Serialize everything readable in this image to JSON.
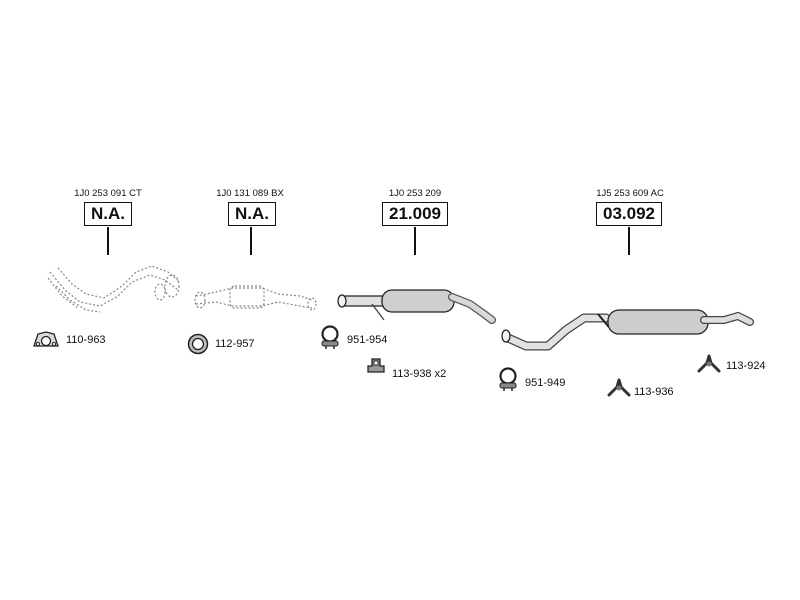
{
  "parts": [
    {
      "part_number": "1J0 253 091 CT",
      "code": "N.A."
    },
    {
      "part_number": "1J0 131 089 BX",
      "code": "N.A."
    },
    {
      "part_number": "1J0 253 209",
      "code": "21.009"
    },
    {
      "part_number": "1J5 253 609 AC",
      "code": "03.092"
    }
  ],
  "accessories": [
    {
      "label": "110-963",
      "icon": "gasket-icon"
    },
    {
      "label": "112-957",
      "icon": "ring-gasket-icon"
    },
    {
      "label": "951-954",
      "icon": "clamp-icon"
    },
    {
      "label": "113-938 x2",
      "icon": "mounting-bracket-icon"
    },
    {
      "label": "951-949",
      "icon": "clamp-icon"
    },
    {
      "label": "113-936",
      "icon": "rubber-hanger-icon"
    },
    {
      "label": "113-924",
      "icon": "rubber-hanger-icon"
    }
  ]
}
